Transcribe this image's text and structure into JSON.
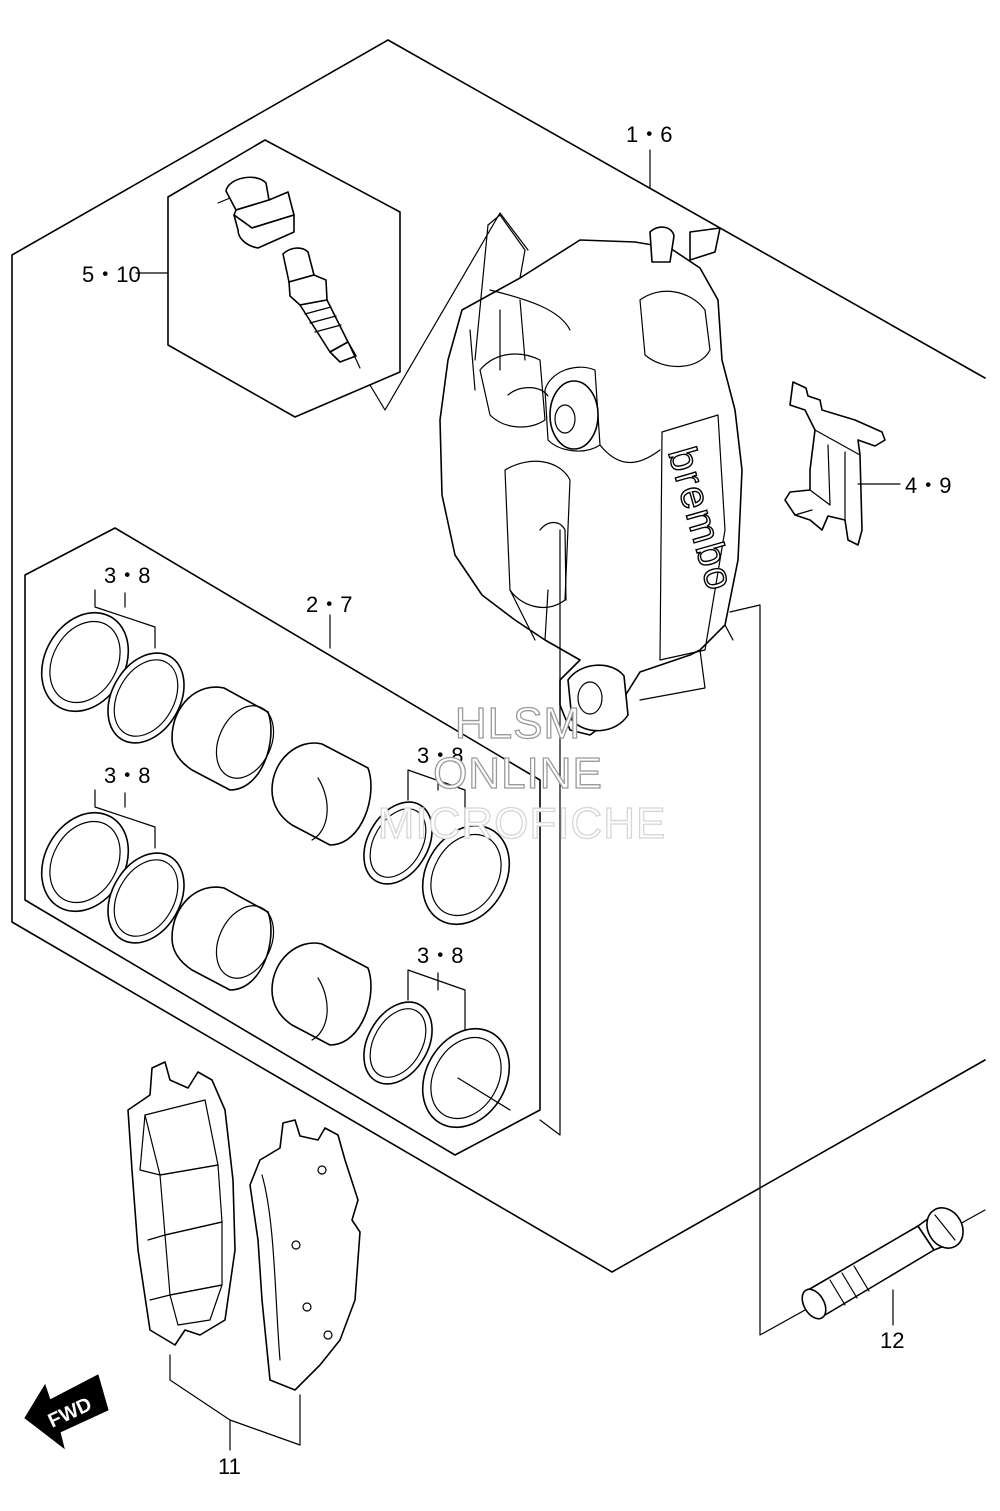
{
  "callouts": {
    "caliper_assy": "1・6",
    "piston_set": "2・7",
    "seal_top_left": "3・8",
    "seal_mid_left": "3・8",
    "seal_mid_right": "3・8",
    "seal_bottom_right": "3・8",
    "pad_spring": "4・9",
    "bleeder_valve": "5・10",
    "brake_pads": "11",
    "caliper_bolt": "12"
  },
  "caliper_brand": "brembo",
  "direction_badge": "FWD",
  "watermark": {
    "line1": "HLSM",
    "line2": "ONLINE",
    "line3": "MICROFICHE"
  }
}
